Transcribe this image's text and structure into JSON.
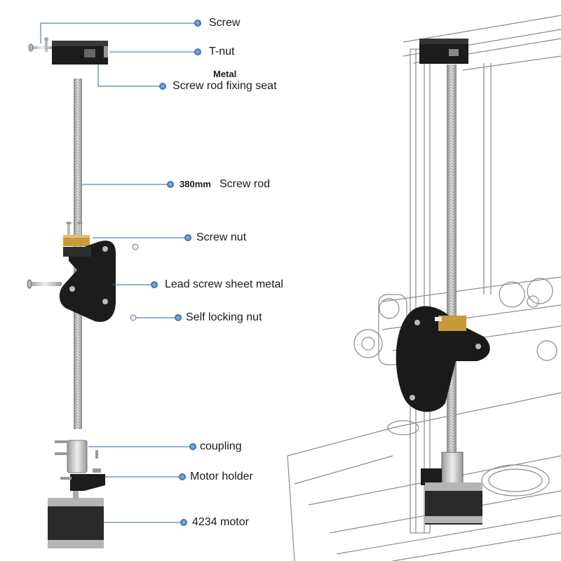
{
  "callouts": [
    {
      "key": "screw",
      "text": "Screw"
    },
    {
      "key": "tnut",
      "text": "T-nut"
    },
    {
      "key": "fixing_seat_prefix",
      "text": "Metal"
    },
    {
      "key": "fixing_seat",
      "text": "Screw rod fixing seat"
    },
    {
      "key": "rod_prefix",
      "text": "380mm"
    },
    {
      "key": "rod",
      "text": "Screw rod"
    },
    {
      "key": "screw_nut",
      "text": "Screw nut"
    },
    {
      "key": "lead_sheet",
      "text": "Lead screw sheet metal"
    },
    {
      "key": "lock_nut",
      "text": "Self locking nut"
    },
    {
      "key": "coupling",
      "text": "coupling"
    },
    {
      "key": "motor_holder",
      "text": "Motor holder"
    },
    {
      "key": "motor",
      "text": "4234 motor"
    }
  ],
  "colors": {
    "leader_line": "#2b63a8",
    "dot": "#2b63a8",
    "part_black": "#1c1c1c",
    "rod": "#bdbdbd",
    "brass": "#c79a3c",
    "frame_line": "#7a7a7a"
  }
}
